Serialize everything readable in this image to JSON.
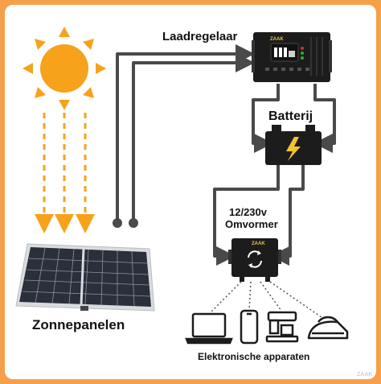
{
  "colors": {
    "background_border": "#f6a04a",
    "sun": "#f7a21b",
    "sun_rays": "#f7a21b",
    "wire": "#4a4a4a",
    "device_body": "#1c1c1c",
    "bolt": "#f2c230",
    "panel_cell": "#2a2f3a",
    "panel_frame": "#cfd2d6"
  },
  "labels": {
    "charge_controller": "Laadregelaar",
    "battery": "Batterij",
    "inverter_line1": "12/230v",
    "inverter_line2": "Omvormer",
    "solar_panels": "Zonnepanelen",
    "devices": "Elektronische apparaten"
  },
  "brand": {
    "controller_logo": "ZAAK",
    "inverter_logo": "ZAAK",
    "watermark": "ZAAK"
  },
  "icons": [
    "sun-icon",
    "charge-controller-icon",
    "battery-icon",
    "inverter-icon",
    "solar-panel-icon",
    "laptop-icon",
    "smartphone-icon",
    "coffee-machine-icon",
    "iron-icon"
  ]
}
